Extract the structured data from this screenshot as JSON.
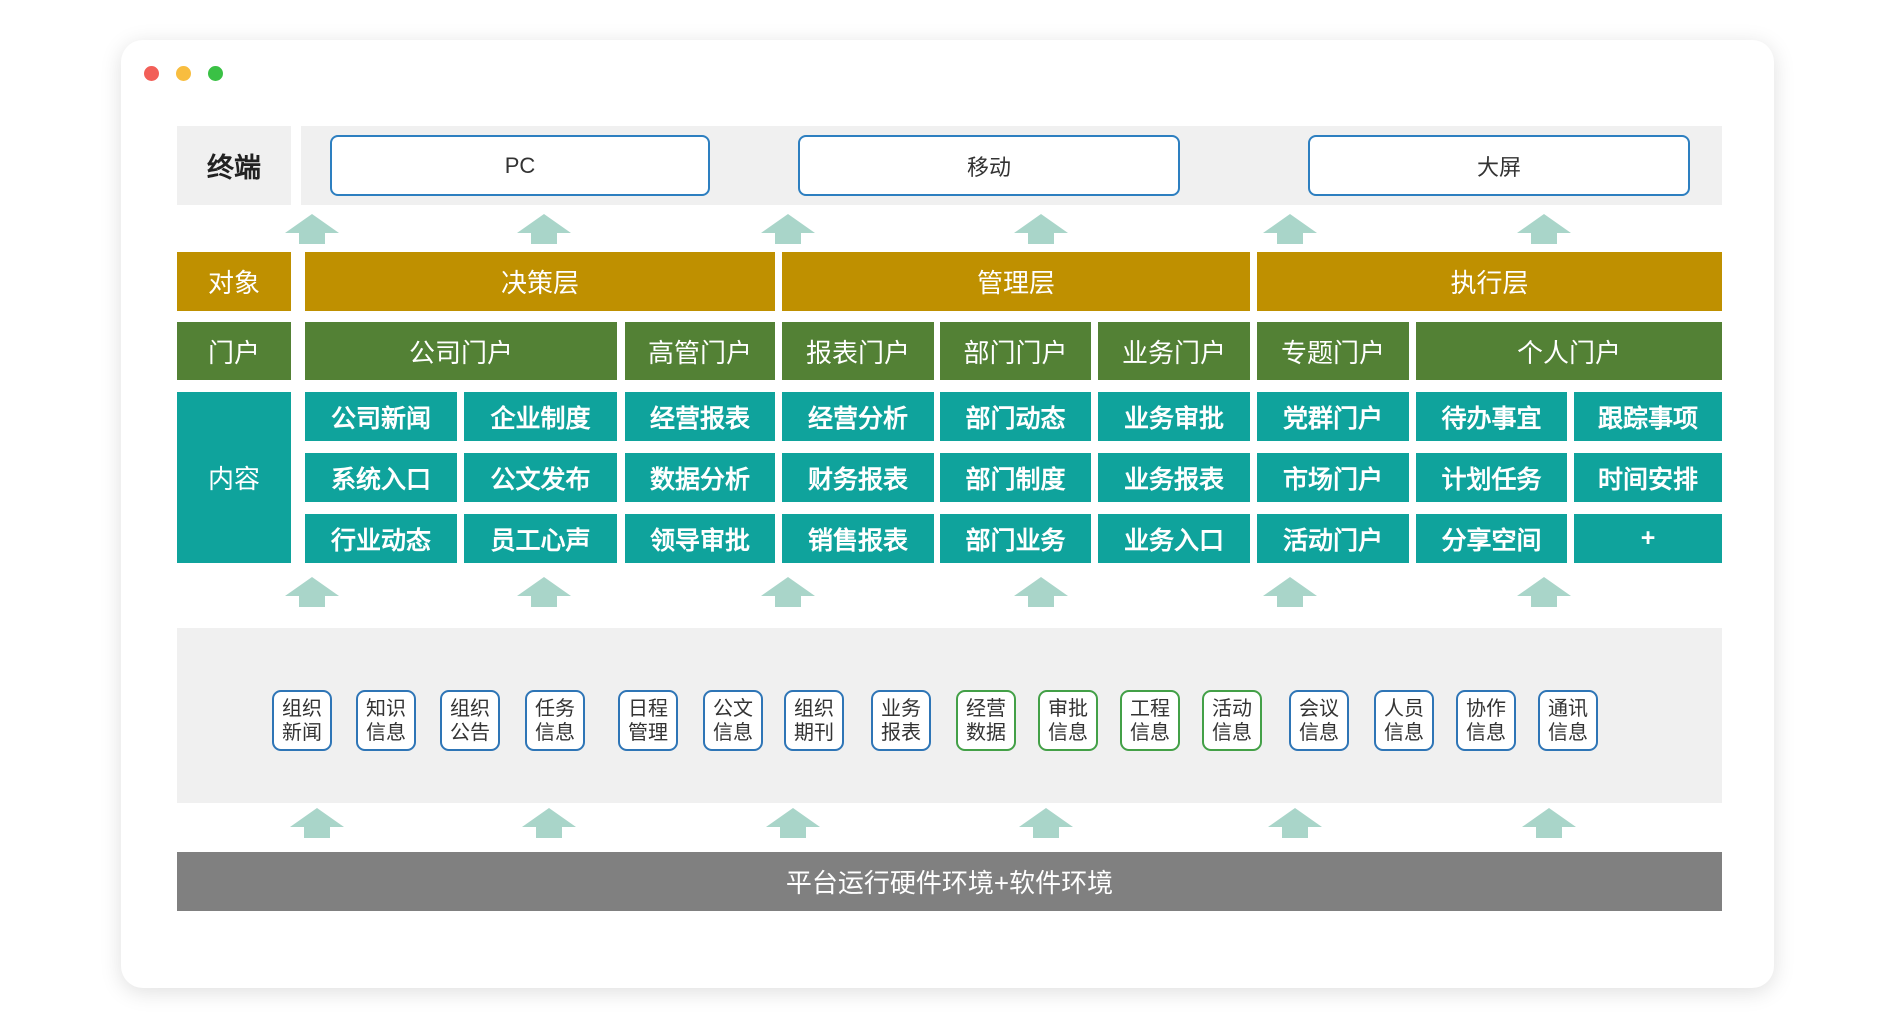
{
  "terminal": {
    "label": "终端",
    "items": [
      "PC",
      "移动",
      "大屏"
    ]
  },
  "object_row": {
    "label": "对象",
    "items": [
      "决策层",
      "管理层",
      "执行层"
    ]
  },
  "portal_row": {
    "label": "门户",
    "items": [
      "公司门户",
      "高管门户",
      "报表门户",
      "部门门户",
      "业务门户",
      "专题门户",
      "个人门户"
    ]
  },
  "content_row": {
    "label": "内容",
    "rows": [
      [
        "公司新闻",
        "企业制度",
        "经营报表",
        "经营分析",
        "部门动态",
        "业务审批",
        "党群门户",
        "待办事宜",
        "跟踪事项"
      ],
      [
        "系统入口",
        "公文发布",
        "数据分析",
        "财务报表",
        "部门制度",
        "业务报表",
        "市场门户",
        "计划任务",
        "时间安排"
      ],
      [
        "行业动态",
        "员工心声",
        "领导审批",
        "销售报表",
        "部门业务",
        "业务入口",
        "活动门户",
        "分享空间",
        "+"
      ]
    ]
  },
  "data_sources": [
    "组织\n新闻",
    "知识\n信息",
    "组织\n公告",
    "任务\n信息",
    "日程\n管理",
    "公文\n信息",
    "组织\n期刊",
    "业务\n报表",
    "经营\n数据",
    "审批\n信息",
    "工程\n信息",
    "活动\n信息",
    "会议\n信息",
    "人员\n信息",
    "协作\n信息",
    "通讯\n信息"
  ],
  "platform": {
    "label": "平台运行硬件环境+软件环境"
  },
  "colors": {
    "object": "#bf9000",
    "portal": "#538135",
    "content": "#0fa39c",
    "platform": "#808080",
    "arrow": "#a9d5c9",
    "chip_blue_border": "#2e75b6",
    "chip_green_border": "#43a047"
  }
}
